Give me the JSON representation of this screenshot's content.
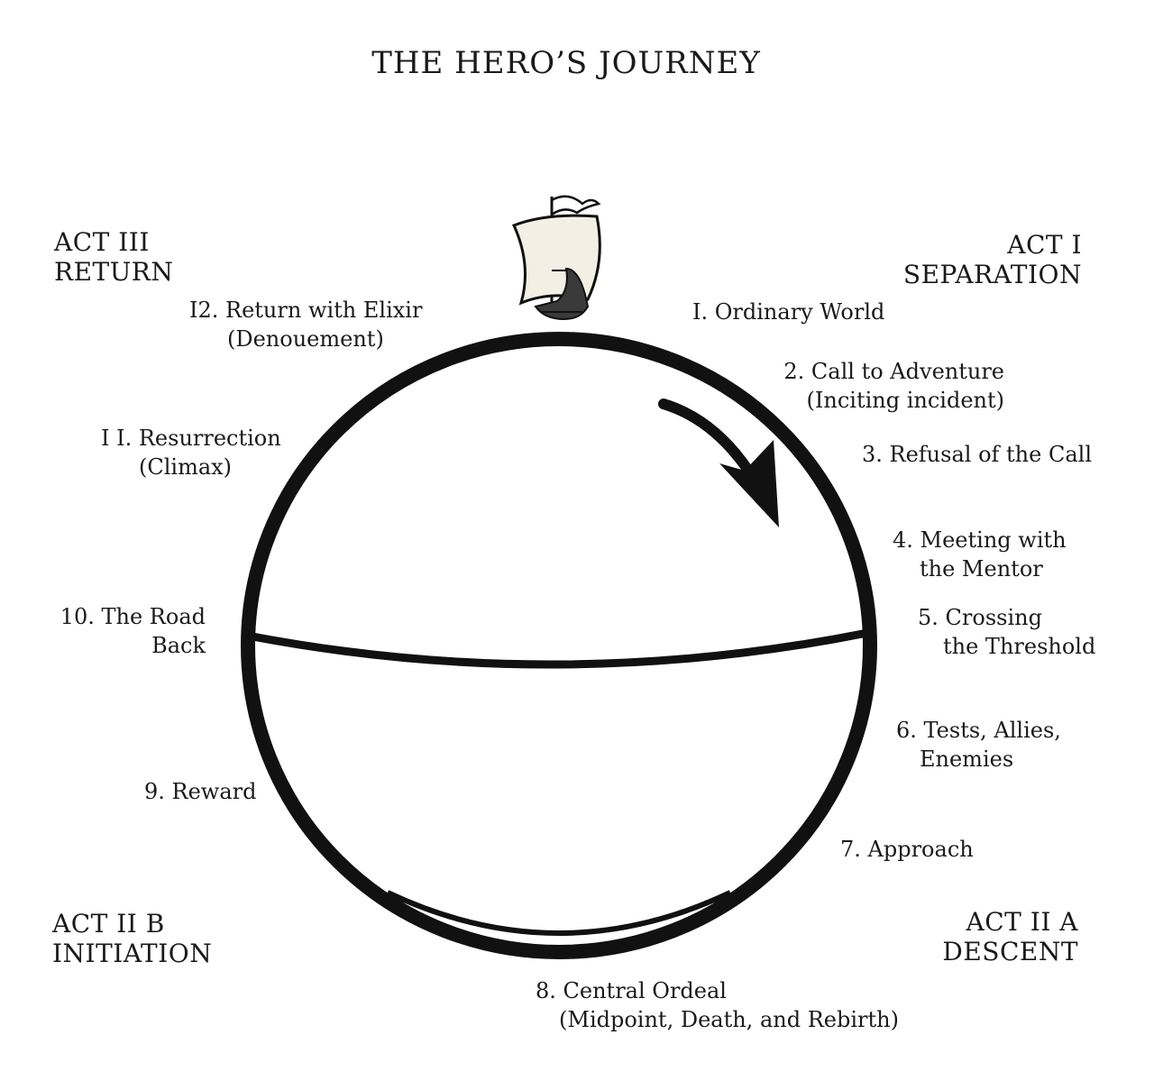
{
  "title": "THE HERO’S JOURNEY",
  "acts": {
    "act1": {
      "line1": "ACT I",
      "line2": "SEPARATION"
    },
    "act2a": {
      "line1": "ACT II A",
      "line2": "DESCENT"
    },
    "act2b": {
      "line1": "ACT II B",
      "line2": "INITIATION"
    },
    "act3": {
      "line1": "ACT III",
      "line2": "RETURN"
    }
  },
  "stages": {
    "s1": {
      "line1": "I. Ordinary World"
    },
    "s2": {
      "line1": "2. Call to Adventure",
      "line2": "(Inciting incident)"
    },
    "s3": {
      "line1": "3. Refusal of the Call"
    },
    "s4": {
      "line1": "4. Meeting with",
      "line2": "the Mentor"
    },
    "s5": {
      "line1": "5. Crossing",
      "line2": "the Threshold"
    },
    "s6": {
      "line1": "6. Tests, Allies,",
      "line2": "Enemies"
    },
    "s7": {
      "line1": "7. Approach"
    },
    "s8": {
      "line1": "8. Central Ordeal",
      "line2": "(Midpoint, Death, and Rebirth)"
    },
    "s9": {
      "line1": "9. Reward"
    },
    "s10": {
      "line1": "10. The Road",
      "line2": "Back"
    },
    "s11": {
      "line1": "I I. Resurrection",
      "line2": "(Climax)"
    },
    "s12": {
      "line1": "I2. Return with Elixir",
      "line2": "(Denouement)"
    }
  },
  "colors": {
    "ink": "#111111",
    "paper": "#ffffff",
    "sail": "#f3efe4"
  },
  "icons": {
    "ship": "sailing-ship-icon",
    "arrow": "clockwise-arrow-icon"
  }
}
